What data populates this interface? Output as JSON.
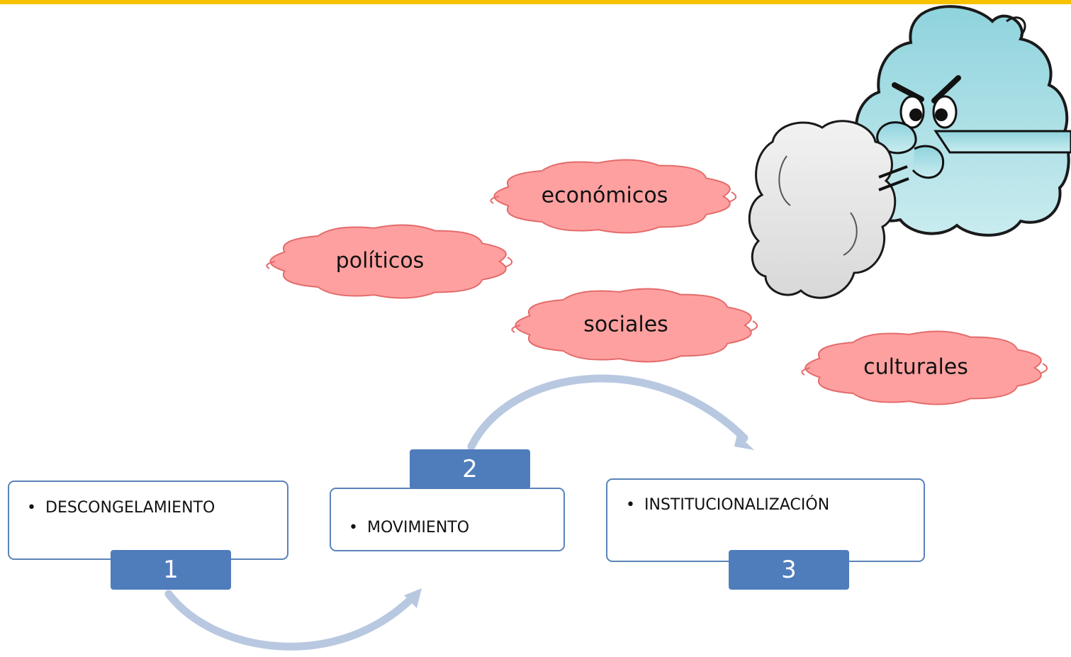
{
  "colors": {
    "top_bar": "#f7c300",
    "cloud_fill": "#ffa0a0",
    "cloud_stroke": "#e46b6b",
    "box_border": "#5b82b8",
    "tab_fill": "#4f7dbb",
    "arrow": "#b8c8e0"
  },
  "factors": [
    {
      "label": "económicos"
    },
    {
      "label": "políticos"
    },
    {
      "label": "sociales"
    },
    {
      "label": "culturales"
    }
  ],
  "steps": [
    {
      "number": "1",
      "label": "DESCONGELAMIENTO"
    },
    {
      "number": "2",
      "label": "MOVIMIENTO"
    },
    {
      "number": "3",
      "label": "INSTITUCIONALIZACIÓN"
    }
  ],
  "illustration": {
    "icon": "wind-blowing-cloud-icon"
  }
}
